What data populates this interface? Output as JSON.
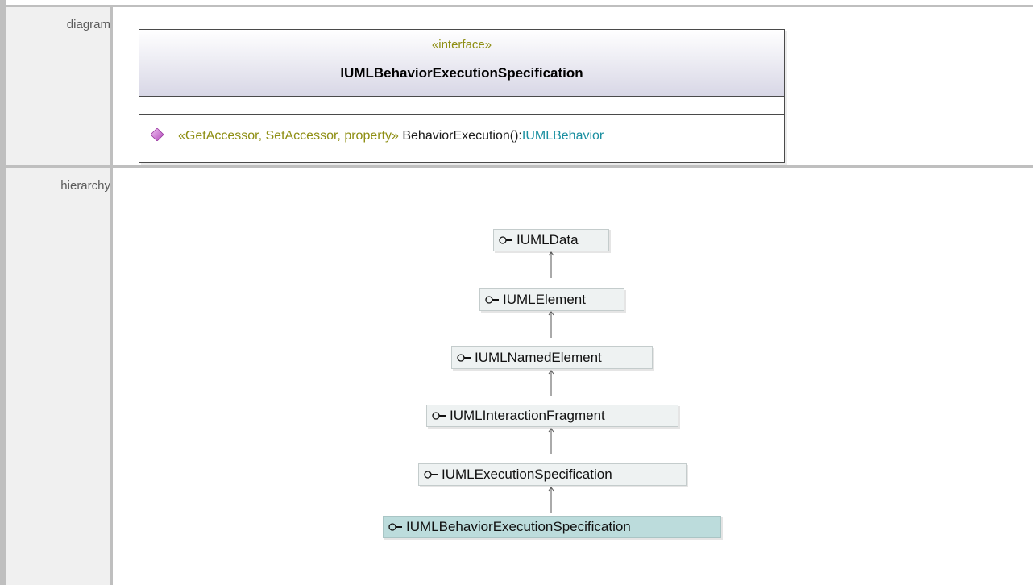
{
  "diagram": {
    "label": "diagram",
    "interface": {
      "stereotype": "«interface»",
      "name": "IUMLBehaviorExecutionSpecification",
      "operation": {
        "stereotype": "«GetAccessor, SetAccessor, property»",
        "name": "BehaviorExecution():",
        "return_type": "IUMLBehavior"
      }
    }
  },
  "hierarchy": {
    "label": "hierarchy",
    "nodes": [
      {
        "name": "IUMLData"
      },
      {
        "name": "IUMLElement"
      },
      {
        "name": "IUMLNamedElement"
      },
      {
        "name": "IUMLInteractionFragment"
      },
      {
        "name": "IUMLExecutionSpecification"
      },
      {
        "name": "IUMLBehaviorExecutionSpecification",
        "selected": true
      }
    ]
  },
  "colors": {
    "stereotype": "#8e8e12",
    "type_link": "#1a8fa0",
    "selected_node": "#bcdcdc",
    "operation_icon": "#c45cc8"
  },
  "icons": {
    "operation": "diamond-icon",
    "interface": "lollipop-icon"
  }
}
